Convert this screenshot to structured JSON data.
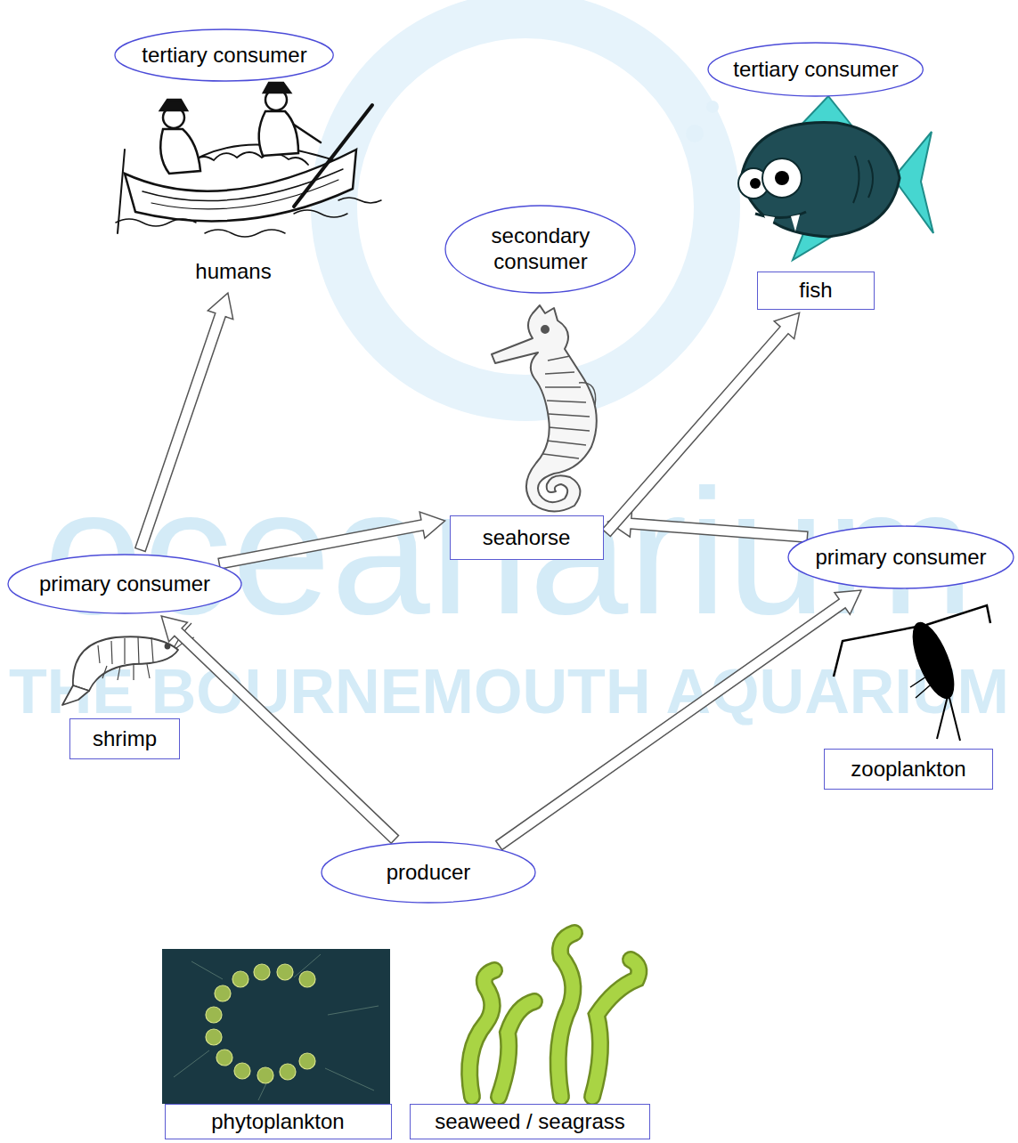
{
  "diagram": {
    "nodes": [
      {
        "text": [
          "tertiary consumer"
        ]
      },
      {
        "text": [
          "humans"
        ]
      },
      {
        "text": [
          "tertiary consumer"
        ]
      },
      {
        "text": [
          "fish"
        ]
      },
      {
        "text": [
          "secondary consumer"
        ]
      },
      {
        "text": [
          "seahorse"
        ]
      },
      {
        "text": [
          "primary consumer"
        ]
      },
      {
        "text": [
          "shrimp"
        ]
      },
      {
        "text": [
          "primary consumer"
        ]
      },
      {
        "text": [
          "zooplankton"
        ]
      },
      {
        "text": [
          "producer"
        ]
      },
      {
        "text": [
          "phytoplankton"
        ]
      },
      {
        "text": [
          "seaweed / seagrass"
        ]
      }
    ],
    "edges": [
      {
        "from": 6,
        "to": 1,
        "arrow": "to"
      },
      {
        "from": 6,
        "to": 5,
        "arrow": "to"
      },
      {
        "from": 8,
        "to": 5,
        "arrow": "to"
      },
      {
        "from": 5,
        "to": 3,
        "arrow": "to"
      },
      {
        "from": 10,
        "to": 6,
        "arrow": "to"
      },
      {
        "from": 10,
        "to": 8,
        "arrow": "to"
      }
    ],
    "labels": [
      "oceanarium",
      "THE BOURNEMOUTH AQUARIUM"
    ]
  }
}
